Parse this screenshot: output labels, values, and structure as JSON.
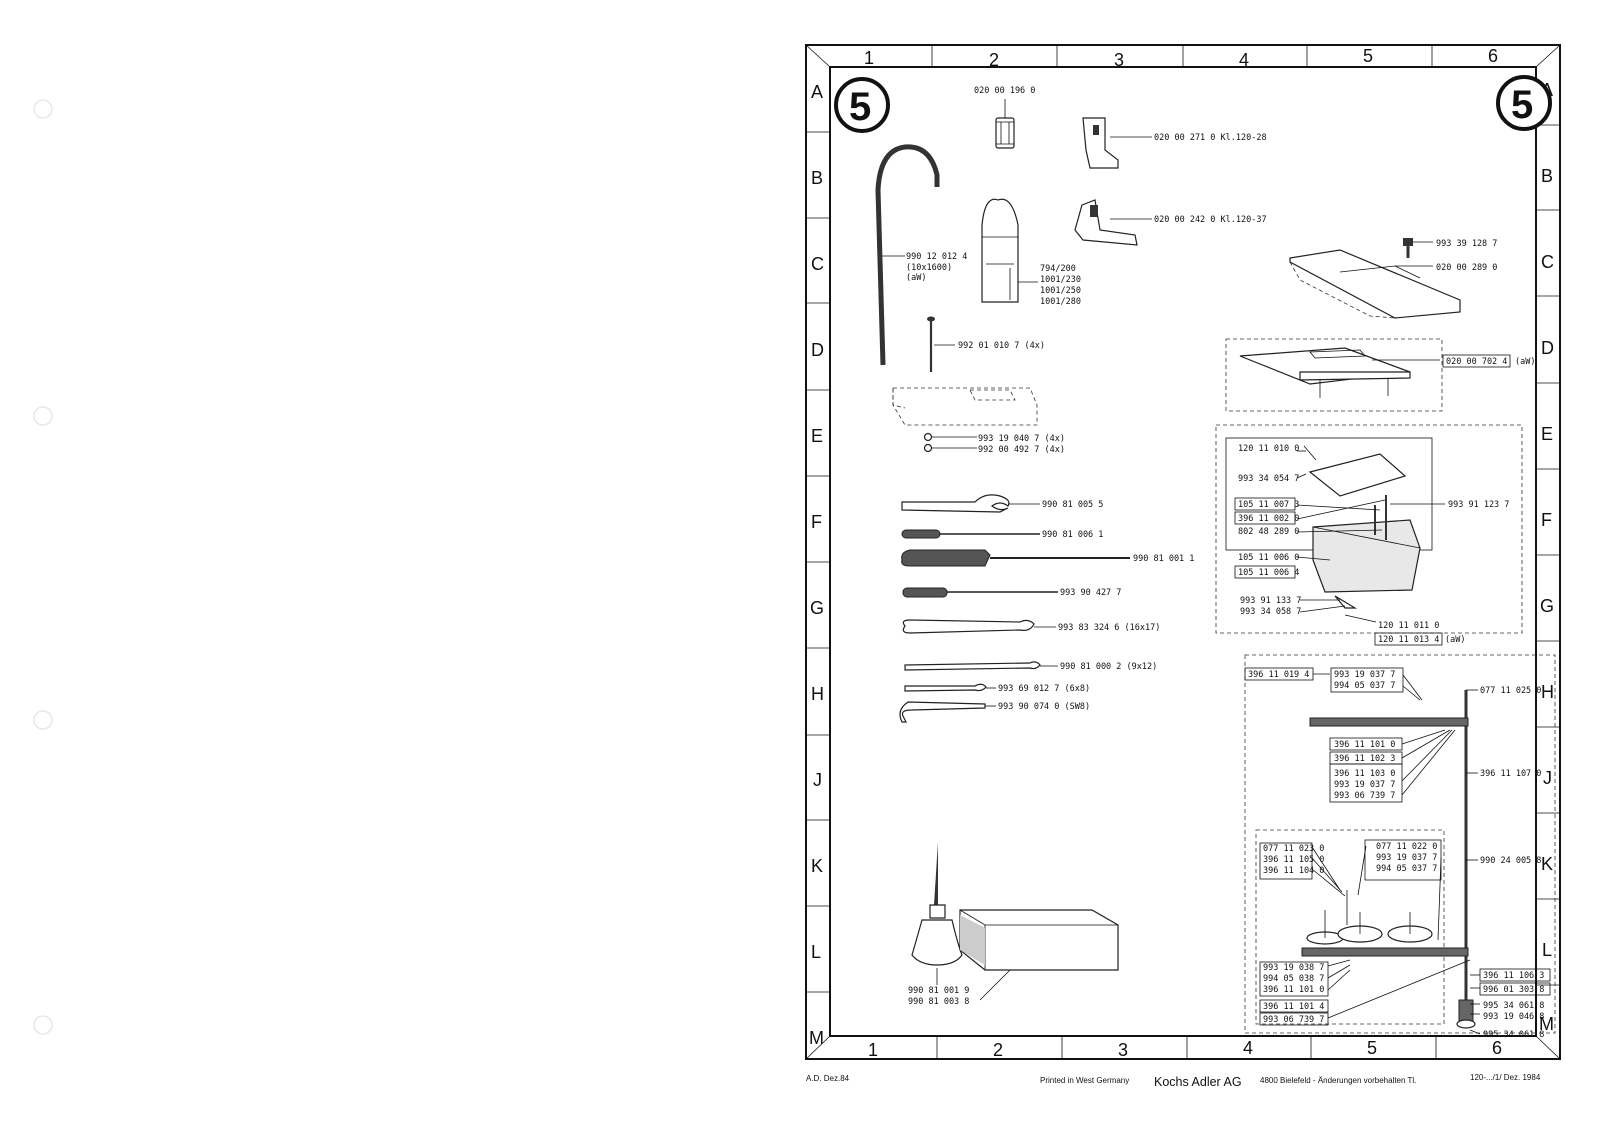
{
  "sheet": {
    "page_number": "5",
    "columns": [
      "1",
      "2",
      "3",
      "4",
      "5",
      "6"
    ],
    "rows": [
      "A",
      "B",
      "C",
      "D",
      "E",
      "F",
      "G",
      "H",
      "J",
      "K",
      "L",
      "M"
    ]
  },
  "parts": {
    "p1": "020 00 196 0",
    "p2": "020 00 271 0  Kl.120-28",
    "p3": "020 00 242 0  Kl.120-37",
    "p4": "990 12 012 4",
    "p4b": "(10x1600)",
    "p4c": "(aW)",
    "p5a": "794/200",
    "p5b": "1001/230",
    "p5c": "1001/250",
    "p5d": "1001/280",
    "p6": "993 39 128 7",
    "p7": "020 00 289 0",
    "p8": "992 01 010 7 (4x)",
    "p9": "020 00 702 4",
    "p9b": "(aW)",
    "p10": "993 19 040 7 (4x)",
    "p11": "992 00 492 7 (4x)",
    "p12": "120 11 010 0",
    "p13": "993 34 054 7",
    "p14": "105 11 007 3",
    "p15": "396 11 002 0",
    "p16": "802 48 289 0",
    "p17": "993 91 123 7",
    "p18": "105 11 006 0",
    "p19": "105 11 006 4",
    "p20": "993 91 133 7",
    "p21": "993 34 058 7",
    "p22": "120 11 011 0",
    "p23": "120 11 013 4",
    "p23b": "(aW)",
    "w1": "990 81 005 5",
    "w2": "990 81 006 1",
    "w3": "990 81 001 1",
    "w4": "993 90 427 7",
    "w5": "993 83 324 6 (16x17)",
    "w6": "990 81 000 2 (9x12)",
    "w7": "993 69 012 7 (6x8)",
    "w8": "993 90 074 0 (SW8)",
    "s1": "396 11 019 4",
    "s2": "993 19 037 7",
    "s3": "994 05 037 7",
    "s4": "077 11 025 0",
    "s5": "396 11 101 0",
    "s6": "396 11 102 3",
    "s7": "396 11 103 0",
    "s8": "993 19 037 7",
    "s9": "993 06 739 7",
    "s10": "396 11 107 0",
    "s11": "077 11 023 0",
    "s12": "396 11 105 0",
    "s13": "396 11 104 0",
    "s14": "077 11 022 0",
    "s15": "993 19 037 7",
    "s16": "994 05 037 7",
    "s17": "990 24 005 8",
    "s18": "993 19 038 7",
    "s19": "994 05 038 7",
    "s20": "396 11 101 0",
    "s21": "396 11 101 4",
    "s22": "993 06 739 7",
    "s23": "396 11 106 3",
    "s24": "996 01 303 8",
    "s25": "995 34 061 8",
    "s26": "993 19 046 8",
    "s27": "995 34 061 8",
    "o1": "990 81 001 9",
    "o2": "990 81 003 8"
  },
  "footer": {
    "left": "A.D. Dez.84",
    "printed": "Printed in West Germany",
    "company": "Kochs Adler AG",
    "address": "4800 Bielefeld - Änderungen vorbehalten  Tl.",
    "ref": "120-.../1/ Dez. 1984"
  }
}
